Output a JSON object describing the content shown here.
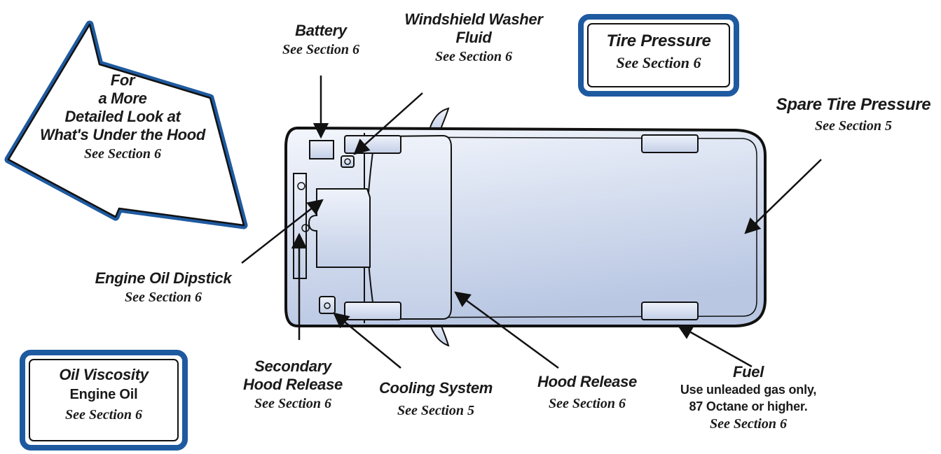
{
  "callouts": {
    "battery": {
      "title": "Battery",
      "section": "See Section 6"
    },
    "washer": {
      "title_1": "Windshield Washer",
      "title_2": "Fluid",
      "section": "See Section 6"
    },
    "tire_pressure": {
      "title": "Tire Pressure",
      "section": "See Section 6"
    },
    "spare_tire": {
      "title": "Spare Tire Pressure",
      "section": "See Section 5"
    },
    "detail_arrow": {
      "line_1": "For",
      "line_2": "a More",
      "line_3": "Detailed Look at",
      "line_4": "What's Under the Hood",
      "section": "See Section 6"
    },
    "dipstick": {
      "title": "Engine Oil Dipstick",
      "section": "See Section 6"
    },
    "oil_viscosity": {
      "title": "Oil Viscosity",
      "subtitle": "Engine Oil",
      "section": "See Section 6"
    },
    "secondary_hood": {
      "title_1": "Secondary",
      "title_2": "Hood Release",
      "section": "See Section 6"
    },
    "cooling": {
      "title": "Cooling System",
      "section": "See Section 5"
    },
    "hood_release": {
      "title": "Hood Release",
      "section": "See Section 6"
    },
    "fuel": {
      "title": "Fuel",
      "line_1": "Use unleaded gas only,",
      "line_2": "87 Octane or higher.",
      "section": "See Section 6"
    }
  },
  "colors": {
    "frame_blue": "#1e5aa0",
    "vehicle_fill_light": "#f3f6fc",
    "vehicle_fill_dark": "#b9c7e3",
    "outline": "#111111"
  }
}
